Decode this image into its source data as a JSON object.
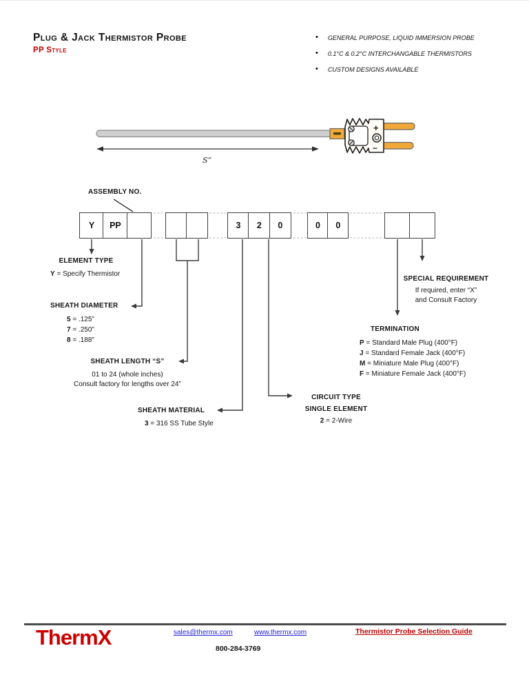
{
  "header": {
    "title": "Plug & Jack Thermistor Probe",
    "style_label": "PP Style",
    "features": [
      "GENERAL PURPOSE, LIQUID IMMERSION PROBE",
      "0.1°C & 0.2°C INTERCHANGABLE THERMISTORS",
      "CUSTOM DESIGNS AVAILABLE"
    ]
  },
  "probe": {
    "dimension_label": "S”",
    "plus": "+",
    "minus": "−"
  },
  "assembly": {
    "label": "ASSEMBLY NO.",
    "groups": [
      [
        "Y",
        "PP",
        ""
      ],
      [
        "",
        ""
      ],
      [
        "3",
        "2",
        "0"
      ],
      [
        "0",
        "0"
      ],
      [
        "",
        ""
      ]
    ]
  },
  "callouts": {
    "element_type": {
      "title": "ELEMENT TYPE",
      "code": "Y",
      "desc": "= Specify Thermistor"
    },
    "sheath_diameter": {
      "title": "SHEATH DIAMETER",
      "options": [
        {
          "code": "5",
          "desc": "= .125”"
        },
        {
          "code": "7",
          "desc": "= .250”"
        },
        {
          "code": "8",
          "desc": "= .188”"
        }
      ]
    },
    "sheath_length": {
      "title": "SHEATH LENGTH “S”",
      "line1": "01 to 24 (whole inches)",
      "line2": "Consult factory for lengths over 24”"
    },
    "sheath_material": {
      "title": "SHEATH MATERIAL",
      "code": "3",
      "desc": "= 316 SS Tube Style"
    },
    "circuit_type": {
      "title": "CIRCUIT TYPE",
      "subtitle": "SINGLE ELEMENT",
      "code": "2",
      "desc": "= 2-Wire"
    },
    "special_requirement": {
      "title": "SPECIAL REQUIREMENT",
      "line1": "If required, enter “X”",
      "line2": "and Consult Factory"
    },
    "termination": {
      "title": "TERMINATION",
      "options": [
        {
          "code": "P",
          "desc": "= Standard Male Plug (400°F)"
        },
        {
          "code": "J",
          "desc": "= Standard Female Jack (400°F)"
        },
        {
          "code": "M",
          "desc": "= Miniature Male Plug (400°F)"
        },
        {
          "code": "F",
          "desc": "= Miniature Female Jack (400°F)"
        }
      ]
    }
  },
  "footer": {
    "brand": "ThermX",
    "email": "sales@thermx.com",
    "website": "www.thermx.com",
    "guide": "Thermistor Probe Selection Guide",
    "phone": "800-284-3769"
  },
  "colors": {
    "accent_red": "#c00000",
    "brand_red": "#cc0000",
    "link_blue": "#2323d6",
    "prong_orange": "#f0a838",
    "sheath_gray": "#cfcfcf"
  }
}
